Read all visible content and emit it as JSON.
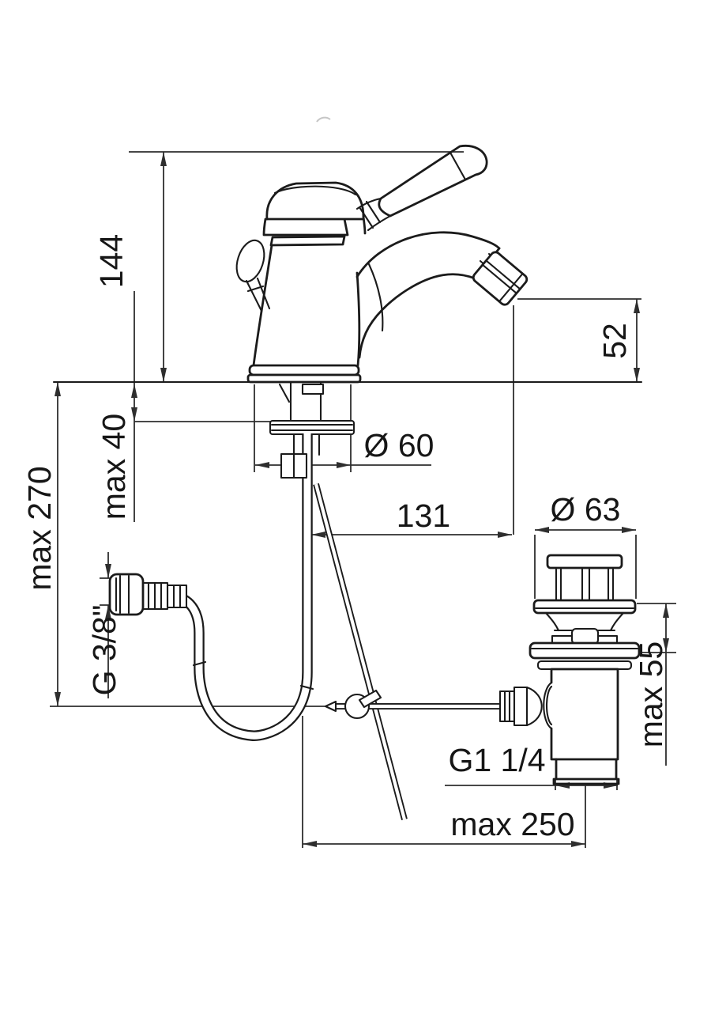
{
  "drawing": {
    "kind": "technical-dimension-drawing",
    "subject": "single-lever bidet mixer tap with flexible supply hose and pop-up waste",
    "background_color": "#ffffff",
    "line_color": "#1b1b1b",
    "dimension_line_color": "#2e2e2e",
    "units": "mm"
  },
  "dims": {
    "overall_height": "144",
    "outlet_height": "52",
    "max_deck_faucet": "max 40",
    "max_hose_drop": "max 270",
    "base_diameter": "Ø 60",
    "spout_reach": "131",
    "waste_cap_diameter": "Ø 63",
    "max_deck_waste": "max 55",
    "supply_thread": "G 3/8\"",
    "waste_thread": "G1 1/4",
    "max_rod_length": "max 250"
  }
}
